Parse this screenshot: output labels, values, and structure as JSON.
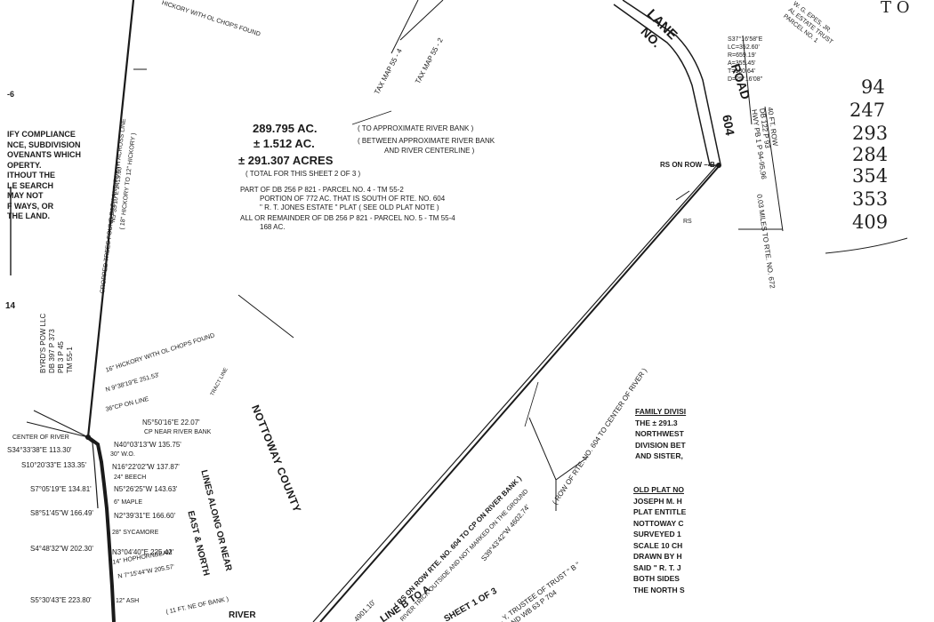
{
  "acreage": {
    "line1_value": "289.795 AC.",
    "line1_note": "( TO APPROXIMATE RIVER BANK )",
    "line2_value": "± 1.512 AC.",
    "line2_note_a": "( BETWEEN APPROXIMATE RIVER BANK",
    "line2_note_b": "AND RIVER CENTERLINE )",
    "total_value": "± 291.307 ACRES",
    "total_note": "( TOTAL FOR THIS SHEET 2 OF 3 )"
  },
  "parcel_notes": [
    "PART OF DB 256 P 821 - PARCEL NO. 4 - TM 55-2",
    "PORTION OF 772 AC. THAT IS SOUTH OF RTE. NO. 604",
    "\" R. T. JONES ESTATE \" PLAT ( SEE OLD PLAT NOTE )",
    "ALL OR REMAINDER OF DB 256 P 821 - PARCEL NO. 5 - TM 55-4",
    "168 AC."
  ],
  "left_note": [
    "IFY COMPLIANCE",
    "NCE, SUBDIVISION",
    "OVENANTS WHICH",
    "OPERTY.",
    "",
    "ITHOUT THE",
    "LE SEARCH",
    "MAY NOT",
    "F WAYS, OR",
    "THE LAND."
  ],
  "left_margin_marks": {
    "top": "-6",
    "bottom": "14"
  },
  "curve_data": [
    "S37°16'58\"E",
    "LC=352.60'",
    "R=659.19'",
    "A=355.45'",
    "T=180.64'",
    "D=25°16'08\""
  ],
  "owner_top_right": [
    "W. G. EPES, JR.",
    "AL ESTATE TRUST",
    "PARCEL NO. 1"
  ],
  "road": {
    "lane": "LANE",
    "no": "NO.",
    "road": "ROAD",
    "number": "604"
  },
  "road_row_note": [
    "40 FT. ROW",
    "DB 122 P 93",
    "HWY PB 1 P 94-95,96"
  ],
  "road_distance_note": "0.03 MILES TO RTE. NO. 672",
  "point_b_label": "RS ON ROW – B",
  "rs_label": "RS",
  "tax_maps": [
    "TAX MAP 55 - 4",
    "TAX MAP 55 - 2"
  ],
  "top_line_label": "HICKORY WITH OL CHOPS FOUND",
  "left_line_label_a": "CROPPED TREES FOUND BACK AND FORTH ACROSS LINE",
  "left_line_label_b": "N5°33'10\"E 2419.60'",
  "left_line_label_c": "( 18\" HICKORY TO 12\" HICKORY )",
  "adjoiner_left": [
    "BYRD'S POW LLC",
    "DB 397 P 373",
    "PB 3 P 45",
    "TM 55-1"
  ],
  "tract_line_label": "TRACT LINE",
  "county_label": "NOTTOWAY COUNTY",
  "lines_along_label": [
    "LINES ALONG OR NEAR",
    "EAST & NORTH"
  ],
  "river_label": "RIVER",
  "diagonal_line_label": "( RS ON ROW RTE. NO. 604 TO CP ON RIVER BANK )",
  "diagonal_line_dist": "4901.10'",
  "right_line_label": "( ROW OF RTE. NO. 604 TO CENTER OF RIVER )",
  "right_line_bearing": "S39°43'42\"W 4602.74'",
  "line_b_to_a": "LINE B TO A",
  "sheet_label": "SHEET 1 OF 3",
  "trustee_note": [
    "... Y, TRUSTEE OF TRUST \" B \"",
    "... AND WB 63 P 704"
  ],
  "not_located_note": "RIVER TRICK OUTSIDE AND NOT MARKED ON THE GROUND",
  "survey_calls": [
    "16\" HICKORY WITH OL CHOPS FOUND",
    "N 9°38'19\"E 251.53'",
    "36\"CP ON LINE",
    "N5°50'16\"E 22.07'",
    "CP NEAR RIVER BANK",
    "CENTER OF RIVER",
    "N40°03'13\"W 135.75'",
    "S34°33'38\"E 113.30'",
    "30\" W.O.",
    "S10°20'33\"E 133.35'",
    "N16°22'02\"W 137.87'",
    "24\" BEECH",
    "S7°05'19\"E 134.81'",
    "N5°26'25\"W 143.63'",
    "6\" MAPLE",
    "S8°51'45\"W 166.49'",
    "N2°39'31\"E 166.60'",
    "28\" SYCAMORE",
    "S4°48'32\"W 202.30'",
    "N3°04'40\"E 225.42'",
    "14\" HOPHORNBEAM",
    "N 7°15'44\"W 205.57'",
    "S5°30'43\"E 223.80'",
    "12\" ASH",
    "( 11 FT. NE OF BANK )"
  ],
  "family_division": [
    "FAMILY DIVISI",
    "THE   ± 291.3",
    "NORTHWEST",
    "DIVISION BET",
    "AND SISTER,"
  ],
  "old_plat_note": [
    "OLD PLAT NO",
    "JOSEPH M. H",
    "PLAT ENTITLE",
    "NOTTOWAY C",
    "SURVEYED 1",
    "SCALE 10 CH",
    "DRAWN BY H",
    "",
    "SAID \" R. T. J",
    "BOTH SIDES",
    "THE NORTH S"
  ],
  "handwritten_numbers": [
    "94",
    "247",
    "293",
    "284",
    "354",
    "353",
    "409"
  ],
  "handwritten_top": "T O"
}
